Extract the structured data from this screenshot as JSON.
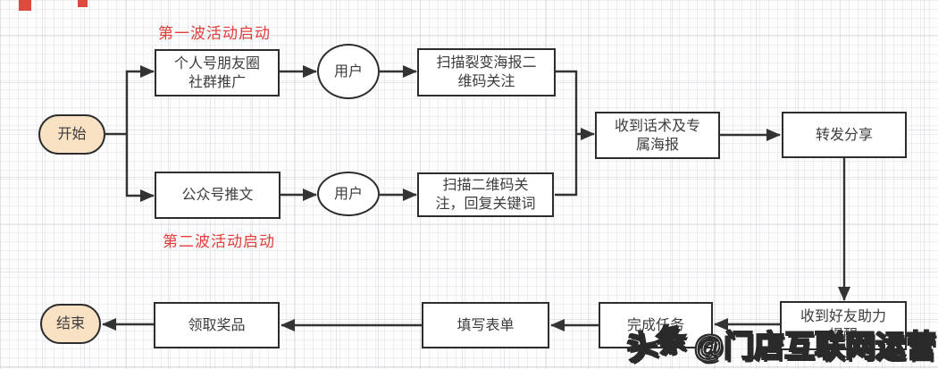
{
  "labels": {
    "wave1": "第一波活动启动",
    "wave2": "第二波活动启动"
  },
  "nodes": {
    "start": "开始",
    "end": "结束",
    "user1": "用户",
    "user2": "用户",
    "promo": "个人号朋友圈社群推广",
    "scan_poster": "扫描裂变海报二维码关注",
    "tweet": "公众号推文",
    "scan_qr": "扫描二维码关注，回复关键词",
    "script_poster": "收到话术及专属海报",
    "share": "转发分享",
    "assist": "收到好友助力提醒",
    "task": "完成任务",
    "form": "填写表单",
    "prize": "领取奖品"
  },
  "watermark": {
    "prefix": "头条",
    "handle": "@门店互联网运营"
  },
  "colors": {
    "accent_red": "#e23d3a",
    "node_border": "#2d2d2d",
    "terminal_fill": "#f9e2c4",
    "line": "#333333"
  }
}
